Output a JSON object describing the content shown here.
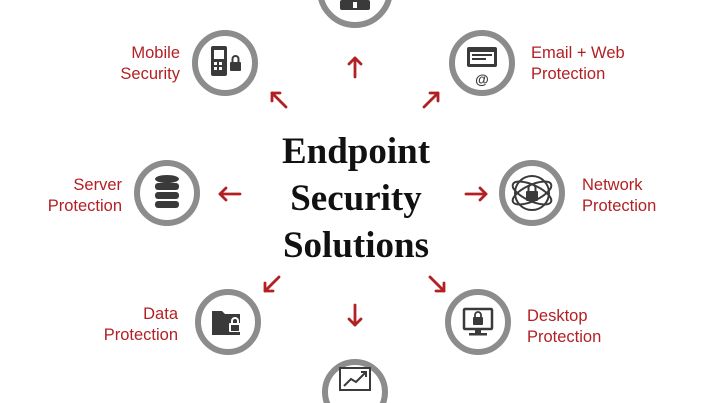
{
  "title": {
    "line1": "Endpoint",
    "line2": "Security",
    "line3": "Solutions"
  },
  "colors": {
    "accent": "#b32024",
    "ring": "#8c8c8c",
    "icon": "#3a3a3a"
  },
  "nodes": {
    "mobile": {
      "line1": "Mobile",
      "line2": "Security",
      "icon": "mobile-lock-icon"
    },
    "email": {
      "line1": "Email + Web",
      "line2": "Protection",
      "icon": "email-web-icon"
    },
    "server": {
      "line1": "Server",
      "line2": "Protection",
      "icon": "database-icon"
    },
    "network": {
      "line1": "Network",
      "line2": "Protection",
      "icon": "network-globe-lock-icon"
    },
    "data": {
      "line1": "Data",
      "line2": "Protection",
      "icon": "folder-lock-icon"
    },
    "desktop": {
      "line1": "Desktop",
      "line2": "Protection",
      "icon": "monitor-lock-icon"
    },
    "top": {
      "icon": "lock-icon"
    },
    "bottom": {
      "icon": "trend-chart-icon"
    }
  }
}
